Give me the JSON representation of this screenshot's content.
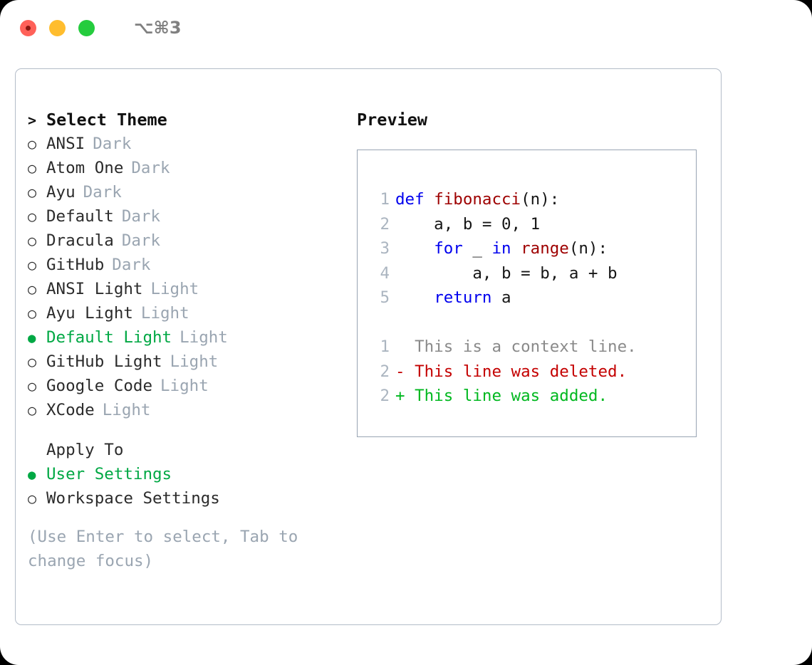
{
  "titlebar": {
    "shortcut": "⌥⌘3",
    "lights": [
      "close-red",
      "minimize-yellow",
      "zoom-green"
    ]
  },
  "theme_picker": {
    "header_marker": ">",
    "header": "Select Theme",
    "items": [
      {
        "name": "ANSI",
        "badge": "Dark",
        "selected": false
      },
      {
        "name": "Atom One",
        "badge": "Dark",
        "selected": false
      },
      {
        "name": "Ayu",
        "badge": "Dark",
        "selected": false
      },
      {
        "name": "Default",
        "badge": "Dark",
        "selected": false
      },
      {
        "name": "Dracula",
        "badge": "Dark",
        "selected": false
      },
      {
        "name": "GitHub",
        "badge": "Dark",
        "selected": false
      },
      {
        "name": "ANSI Light",
        "badge": "Light",
        "selected": false
      },
      {
        "name": "Ayu Light",
        "badge": "Light",
        "selected": false
      },
      {
        "name": "Default Light",
        "badge": "Light",
        "selected": true
      },
      {
        "name": "GitHub Light",
        "badge": "Light",
        "selected": false
      },
      {
        "name": "Google Code",
        "badge": "Light",
        "selected": false
      },
      {
        "name": "XCode",
        "badge": "Light",
        "selected": false
      }
    ]
  },
  "apply_to": {
    "label": "Apply To",
    "options": [
      {
        "name": "User Settings",
        "selected": true
      },
      {
        "name": "Workspace Settings",
        "selected": false
      }
    ]
  },
  "help": {
    "line1": "(Use Enter to select, Tab to",
    "line2": "change focus)"
  },
  "preview": {
    "title": "Preview",
    "code_lines": [
      {
        "num": "1",
        "tokens": [
          {
            "t": "def ",
            "c": "kw"
          },
          {
            "t": "fibonacci",
            "c": "fn"
          },
          {
            "t": "(n):",
            "c": "plain"
          }
        ]
      },
      {
        "num": "2",
        "tokens": [
          {
            "t": "    a, b = 0, 1",
            "c": "plain"
          }
        ]
      },
      {
        "num": "3",
        "tokens": [
          {
            "t": "    ",
            "c": "plain"
          },
          {
            "t": "for",
            "c": "kw"
          },
          {
            "t": " _ ",
            "c": "plain"
          },
          {
            "t": "in ",
            "c": "kw"
          },
          {
            "t": "range",
            "c": "fn"
          },
          {
            "t": "(n):",
            "c": "plain"
          }
        ]
      },
      {
        "num": "4",
        "tokens": [
          {
            "t": "        a, b = b, a + b",
            "c": "plain"
          }
        ]
      },
      {
        "num": "5",
        "tokens": [
          {
            "t": "    ",
            "c": "plain"
          },
          {
            "t": "return",
            "c": "kw"
          },
          {
            "t": " a",
            "c": "plain"
          }
        ]
      }
    ],
    "diff_lines": [
      {
        "num": "1",
        "sign": "  ",
        "text": "This is a context line.",
        "c": "ctx"
      },
      {
        "num": "2",
        "sign": "- ",
        "text": "This line was deleted.",
        "c": "del"
      },
      {
        "num": "2",
        "sign": "+ ",
        "text": "This line was added.",
        "c": "add"
      }
    ]
  },
  "colors": {
    "accent_green": "#00a844",
    "keyword_blue": "#0000ee",
    "function_red": "#9e0000",
    "diff_deleted": "#c40000",
    "diff_added": "#00b81f",
    "muted": "#9aa5b1",
    "border": "#b3bcc8"
  }
}
